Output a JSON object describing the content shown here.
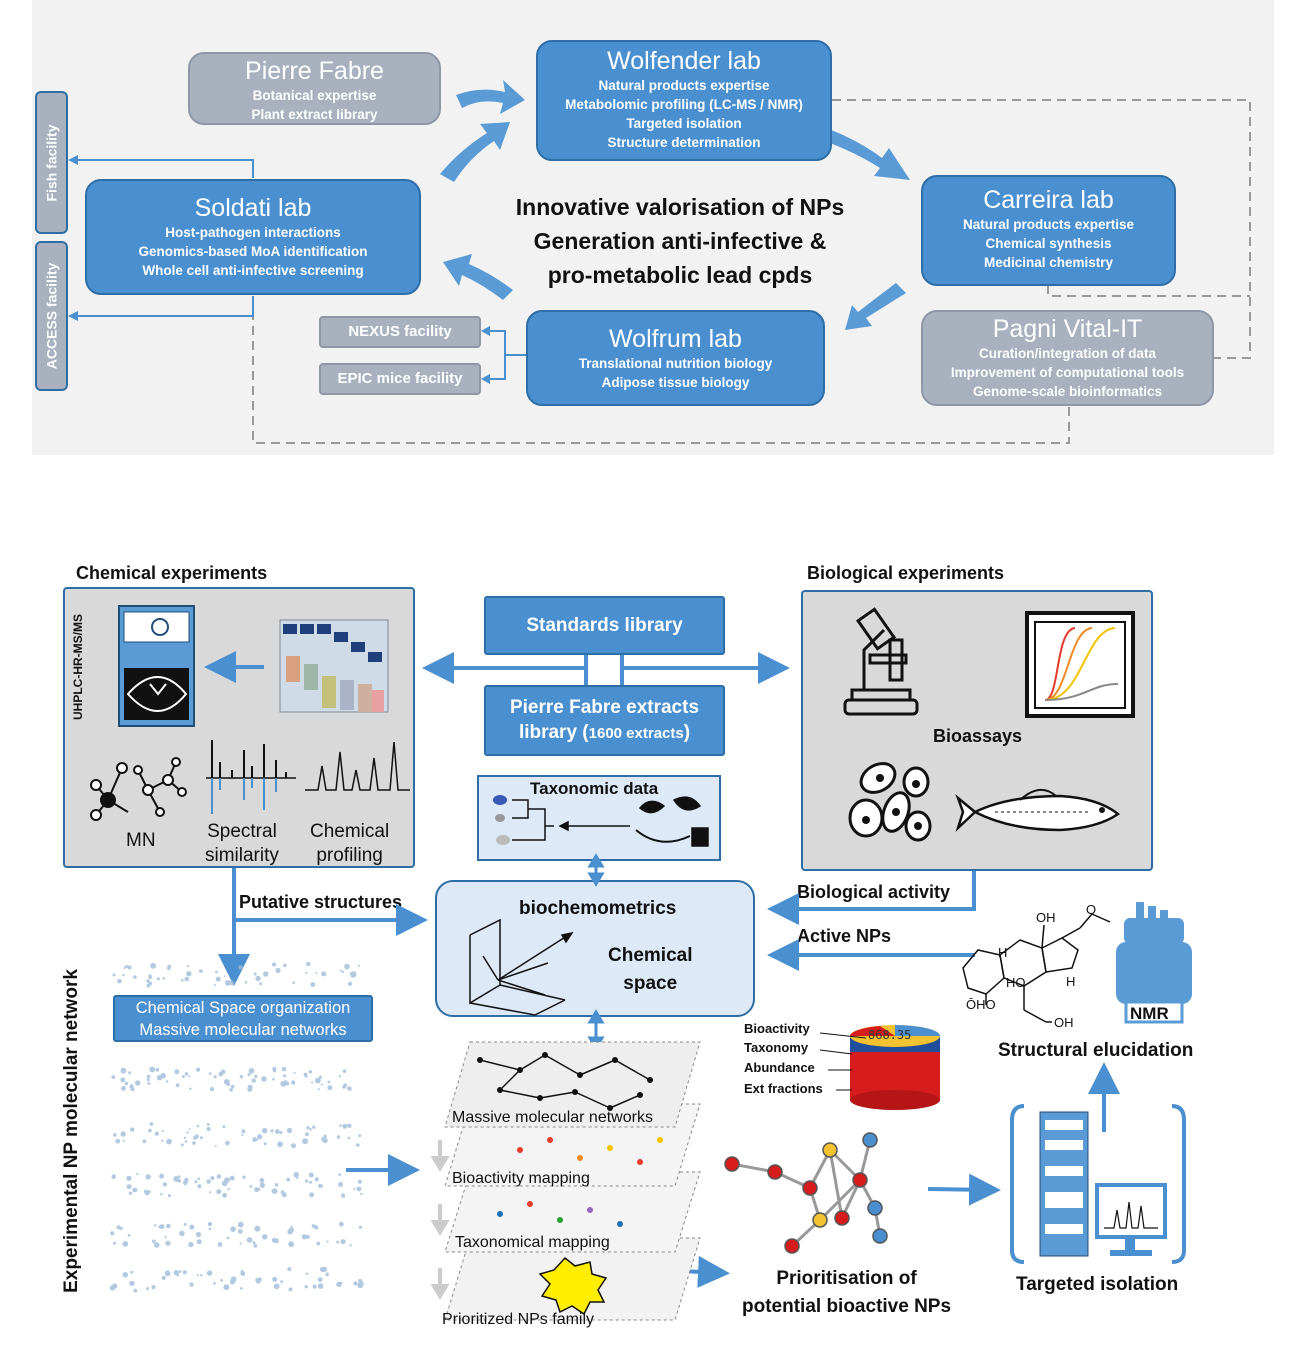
{
  "top": {
    "pierre_fabre": {
      "title": "Pierre Fabre",
      "lines": [
        "Botanical expertise",
        "Plant extract library"
      ]
    },
    "wolfender": {
      "title": "Wolfender lab",
      "lines": [
        "Natural products expertise",
        "Metabolomic profiling (LC-MS / NMR)",
        "Targeted isolation",
        "Structure determination"
      ]
    },
    "soldati": {
      "title": "Soldati lab",
      "lines": [
        "Host-pathogen interactions",
        "Genomics-based MoA identification",
        "Whole cell anti-infective screening"
      ]
    },
    "carreira": {
      "title": "Carreira lab",
      "lines": [
        "Natural products expertise",
        "Chemical synthesis",
        "Medicinal chemistry"
      ]
    },
    "wolfrum": {
      "title": "Wolfrum lab",
      "lines": [
        "Translational  nutrition biology",
        "Adipose tissue biology"
      ]
    },
    "pagni": {
      "title": "Pagni Vital-IT",
      "lines": [
        "Curation/integration of data",
        "Improvement of computational tools",
        "Genome-scale bioinformatics"
      ]
    },
    "center_lines": [
      "Innovative valorisation of NPs",
      "Generation anti-infective &",
      "pro-metabolic lead cpds"
    ],
    "fish_facility": "Fish facility",
    "access_facility": "ACCESS facility",
    "nexus_facility": "NEXUS facility",
    "epic_facility": "EPIC mice facility"
  },
  "bottom": {
    "chemical_experiments": "Chemical  experiments",
    "biological_experiments": "Biological experiments",
    "uhplc_label": "UHPLC-HR-MS/MS",
    "mn_label": "MN",
    "spectral_similarity": [
      "Spectral",
      "similarity"
    ],
    "chemical_profiling": [
      "Chemical",
      "profiling"
    ],
    "standards_library": "Standards  library",
    "pierre_fabre_extracts": [
      "Pierre Fabre extracts",
      "library (",
      "1600 extracts",
      ")"
    ],
    "taxonomic_data": "Taxonomic data",
    "bioassays": "Bioassays",
    "biological_activity": "Biological activity",
    "putative_structures": "Putative structures",
    "active_nps": "Active NPs",
    "biochemometrics": "biochemometrics",
    "chemical_space": [
      "Chemical",
      "space"
    ],
    "experimental_np_network": "Experimental NP molecular network",
    "chemical_space_org": [
      "Chemical Space organization",
      "Massive molecular networks"
    ],
    "layers": [
      "Massive molecular networks",
      "Bioactivity mapping",
      "Taxonomical mapping",
      "Prioritized NPs family"
    ],
    "db_labels": [
      "Bioactivity",
      "Taxonomy",
      "Abundance",
      "Ext fractions"
    ],
    "db_display": "868.35",
    "prioritisation": [
      "Prioritisation of",
      "potential bioactive NPs"
    ],
    "targeted_isolation": "Targeted isolation",
    "structural_elucidation": "Structural elucidation",
    "nmr": "NMR",
    "molecule_labels": [
      "OH",
      "H",
      "HO",
      "ŌHO",
      "OH",
      "H",
      "O"
    ]
  }
}
